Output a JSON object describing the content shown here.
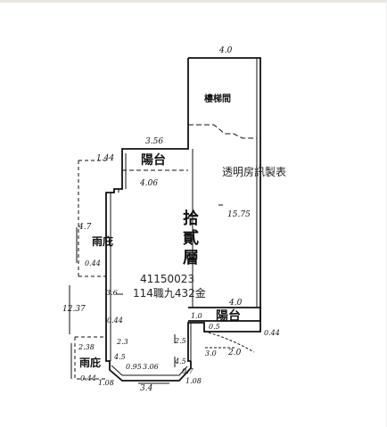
{
  "floor_plan": {
    "rooms": {
      "stair": "樓梯間",
      "balcony_top": "陽台",
      "main": "拾貳層",
      "balcony_bottom": "陽台",
      "rain_shelter_upper": "雨庇",
      "rain_shelter_lower": "雨庇"
    },
    "dimensions": {
      "stair_width": "4.0",
      "balcony_top_width": "3.56",
      "balcony_top_side": "1.44",
      "main_top": "4.06",
      "right_height": "15.75",
      "left_upper": "4.7",
      "left_lower_a": "0.44",
      "left_total": "12.37",
      "left_mid": "3.6",
      "left_mid_b": "0.44",
      "left_bottom": "2.38",
      "left_bottom_b": "0.44",
      "balc_b_width": "4.0",
      "balc_b_inner": "1.0",
      "balc_b_inner2": "0.5",
      "balc_b_right": "0.44",
      "balc_b_bottom": "2.0",
      "inner_a": "2.5",
      "inner_b": "3.0",
      "inner_c": "2.3",
      "inner_d": "4.5",
      "inner_e": "4.5",
      "inner_f": "0.95",
      "inner_g": "3.06",
      "inner_h": "0.7",
      "bottom_width": "3.4",
      "bottom_left": "1.08",
      "bottom_right": "1.08"
    },
    "watermark": "透明房訊製表",
    "code_number": "41150023",
    "code_label": "114職九432金"
  }
}
